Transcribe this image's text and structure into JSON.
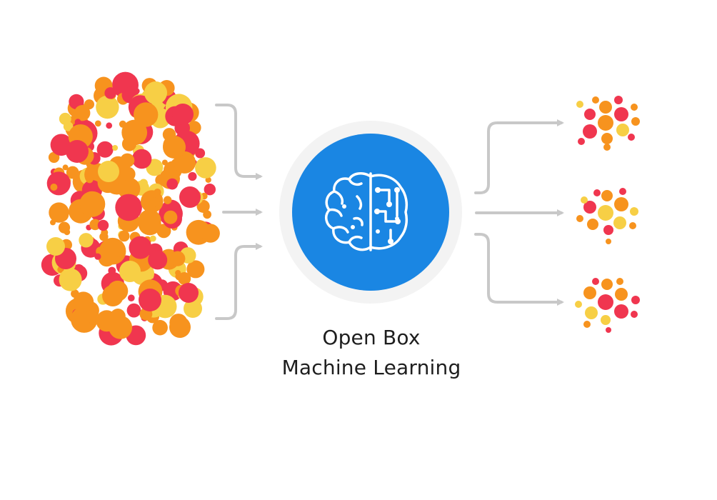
{
  "caption": {
    "line1": "Open Box",
    "line2": "Machine Learning"
  },
  "colors": {
    "background": "#ffffff",
    "hub_outer": "#f3f3f3",
    "hub_inner": "#1a86e3",
    "icon": "#ffffff",
    "connector": "#c8c8c8",
    "dot_red": "#f0364f",
    "dot_orange": "#f7931e",
    "dot_yellow": "#f7cf45",
    "text": "#1e1e1e"
  },
  "icons": {
    "hub": "brain-circuit-icon"
  },
  "diagram": {
    "nodes": [
      {
        "id": "input-data-cloud",
        "role": "input"
      },
      {
        "id": "ml-hub",
        "role": "process"
      },
      {
        "id": "output-cluster-1",
        "role": "output"
      },
      {
        "id": "output-cluster-2",
        "role": "output"
      },
      {
        "id": "output-cluster-3",
        "role": "output"
      }
    ],
    "edges": [
      {
        "from": "input-data-cloud",
        "to": "ml-hub"
      },
      {
        "from": "input-data-cloud",
        "to": "ml-hub"
      },
      {
        "from": "input-data-cloud",
        "to": "ml-hub"
      },
      {
        "from": "ml-hub",
        "to": "output-cluster-1"
      },
      {
        "from": "ml-hub",
        "to": "output-cluster-2"
      },
      {
        "from": "ml-hub",
        "to": "output-cluster-3"
      }
    ]
  }
}
